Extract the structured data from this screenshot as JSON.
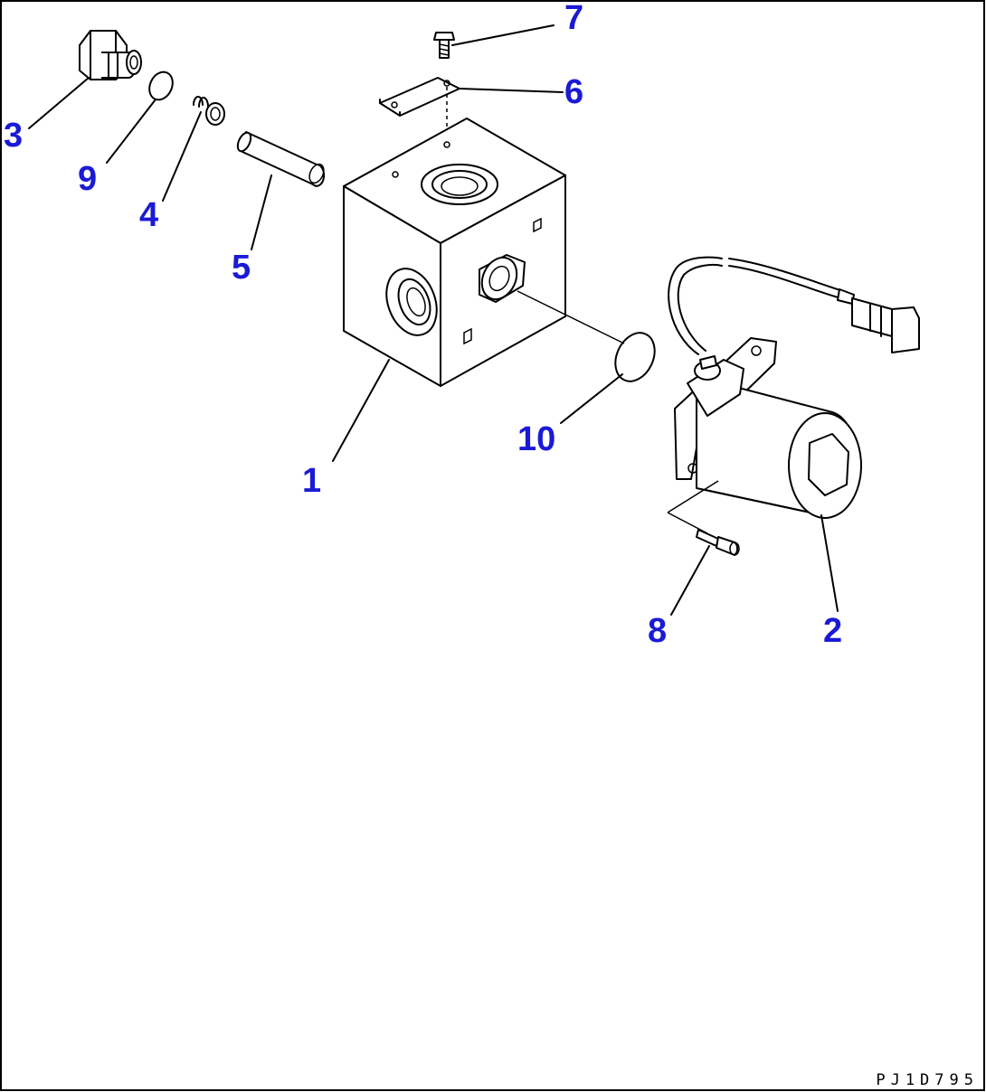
{
  "callouts": {
    "c1": "1",
    "c2": "2",
    "c3": "3",
    "c4": "4",
    "c5": "5",
    "c6": "6",
    "c7": "7",
    "c8": "8",
    "c9": "9",
    "c10": "10"
  },
  "drawing_id": "PJ1D795",
  "colors": {
    "callout": "#1a1ad6",
    "line": "#000000",
    "background": "#ffffff"
  }
}
